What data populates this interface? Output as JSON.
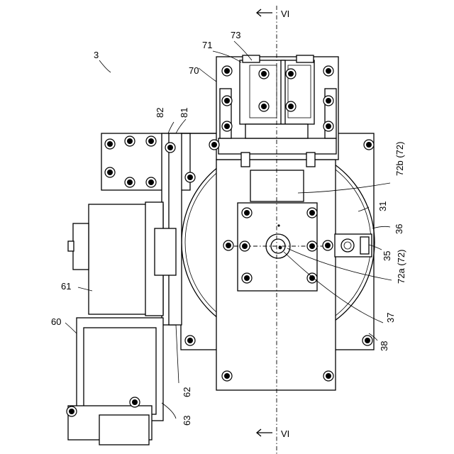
{
  "figure": {
    "assembly_number": "3",
    "section_marker_top": "VI",
    "section_marker_bottom": "VI"
  },
  "labels": {
    "l31": "31",
    "l35": "35",
    "l36": "36",
    "l37": "37",
    "l38": "38",
    "l60": "60",
    "l61": "61",
    "l62": "62",
    "l63": "63",
    "l70": "70",
    "l71": "71",
    "l72a": "72a (72)",
    "l72b": "72b (72)",
    "l73": "73",
    "l81": "81",
    "l82": "82"
  },
  "colors": {
    "line": "#000000",
    "background": "#ffffff"
  }
}
